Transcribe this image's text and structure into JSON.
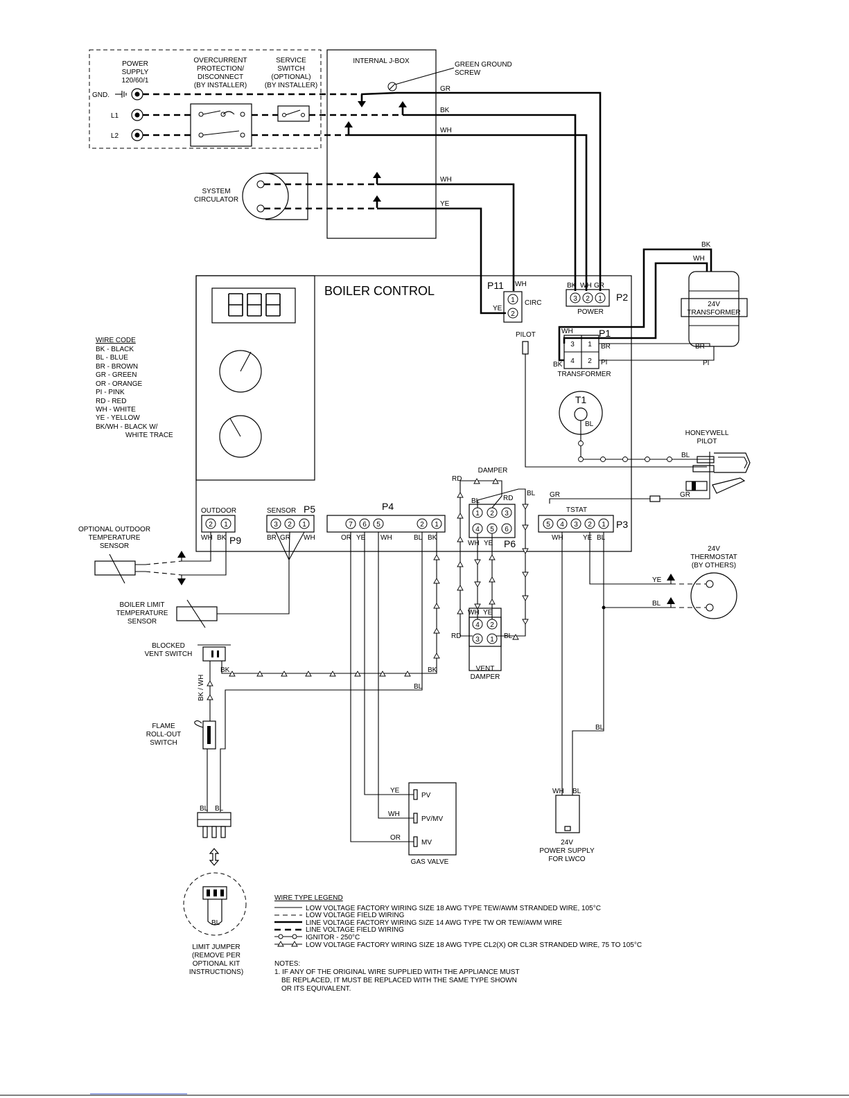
{
  "supply": {
    "power_supply": [
      "POWER",
      "SUPPLY",
      "120/60/1"
    ],
    "overcurrent": [
      "OVERCURRENT",
      "PROTECTION/",
      "DISCONNECT",
      "(BY INSTALLER)"
    ],
    "service_switch": [
      "SERVICE",
      "SWITCH",
      "(OPTIONAL)",
      "(BY INSTALLER)"
    ],
    "gnd": "GND.",
    "l1": "L1",
    "l2": "L2"
  },
  "jbox": {
    "title": "INTERNAL J-BOX",
    "green_ground": [
      "GREEN GROUND",
      "SCREW"
    ],
    "wire_gr": "GR",
    "wire_bk": "BK",
    "wire_wh": "WH",
    "circ_wh": "WH",
    "circ_ye": "YE"
  },
  "circulator": [
    "SYSTEM",
    "CIRCULATOR"
  ],
  "control": {
    "title": "BOILER CONTROL",
    "p11": "P11",
    "circ": "CIRC",
    "p2": "P2",
    "power": "POWER",
    "p1": "P1",
    "transformer": "TRANSFORMER",
    "pilot": "PILOT",
    "t1": "T1",
    "damper": "DAMPER",
    "p6": "P6",
    "outdoor": "OUTDOOR",
    "p9": "P9",
    "sensor": "SENSOR",
    "p5": "P5",
    "p4": "P4",
    "tstat": "TSTAT",
    "p3": "P3"
  },
  "transformer_24v": [
    "24V",
    "TRANSFORMER"
  ],
  "wire_code": {
    "title": "WIRE CODE",
    "items": [
      "BK - BLACK",
      "BL - BLUE",
      "BR - BROWN",
      "GR - GREEN",
      "OR - ORANGE",
      "PI - PINK",
      "RD - RED",
      "WH - WHITE",
      "YE - YELLOW",
      "BK/WH - BLACK W/",
      "WHITE TRACE"
    ]
  },
  "honeywell_pilot": [
    "HONEYWELL",
    "PILOT"
  ],
  "outdoor_sensor": [
    "OPTIONAL OUTDOOR",
    "TEMPERATURE",
    "SENSOR"
  ],
  "limit_sensor": [
    "BOILER LIMIT",
    "TEMPERATURE",
    "SENSOR"
  ],
  "blocked_vent": [
    "BLOCKED",
    "VENT SWITCH"
  ],
  "flame_rollout": [
    "FLAME",
    "ROLL-OUT",
    "SWITCH"
  ],
  "limit_jumper": [
    "LIMIT JUMPER",
    "(REMOVE PER",
    "OPTIONAL KIT",
    "INSTRUCTIONS)"
  ],
  "thermostat": [
    "24V",
    "THERMOSTAT",
    "(BY OTHERS)"
  ],
  "vent_damper": [
    "VENT",
    "DAMPER"
  ],
  "gas_valve": {
    "title": "GAS VALVE",
    "pv": "PV",
    "pvmv": "PV/MV",
    "mv": "MV"
  },
  "lwco": [
    "24V",
    "POWER SUPPLY",
    "FOR LWCO"
  ],
  "legend": {
    "title": "WIRE TYPE LEGEND",
    "items": [
      "LOW VOLTAGE FACTORY WIRING SIZE 18 AWG TYPE TEW/AWM STRANDED WIRE, 105°C",
      "LOW VOLTAGE FIELD WIRING",
      "LINE VOLTAGE FACTORY WIRING SIZE 14 AWG TYPE TW OR TEW/AWM WIRE",
      "LINE VOLTAGE FIELD WIRING",
      "IGNITOR - 250°C",
      "LOW VOLTAGE FACTORY WIRING SIZE 18 AWG TYPE CL2(X) OR CL3R STRANDED WIRE, 75 TO 105°C"
    ]
  },
  "notes": {
    "title": "NOTES:",
    "lines": [
      "1. IF ANY OF THE ORIGINAL WIRE SUPPLIED WITH THE APPLIANCE MUST",
      "BE REPLACED, IT MUST BE REPLACED WITH THE SAME TYPE SHOWN",
      "OR ITS EQUIVALENT."
    ]
  },
  "wire_labels": {
    "bk": "BK",
    "wh": "WH",
    "gr": "GR",
    "ye": "YE",
    "bl": "BL",
    "br": "BR",
    "pi": "PI",
    "rd": "RD",
    "or": "OR",
    "bkwh": "BK / WH"
  },
  "pin_labels": {
    "n1": "1",
    "n2": "2",
    "n3": "3",
    "n4": "4",
    "n5": "5",
    "n6": "6",
    "n7": "7"
  }
}
